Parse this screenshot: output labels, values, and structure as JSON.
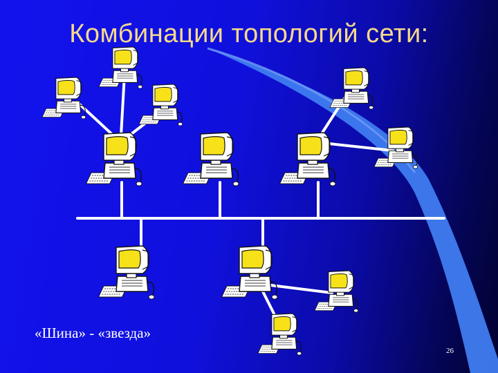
{
  "slide": {
    "title": "Комбинации топологий сети:",
    "caption": "«Шина» - «звезда»",
    "page_number": "26"
  },
  "colors": {
    "background_left": "#1212ee",
    "background_right": "#020230",
    "accent_swoosh": "#3f7cf0",
    "title_color": "#f6d98a",
    "monitor_screen": "#f7e21a",
    "computer_body": "#ffffff",
    "network_line": "#ffffff"
  },
  "diagram": {
    "topology": "bus-star",
    "node_icon": "computer-icon",
    "upper_bus_hosts": 3,
    "lower_bus_hosts": 2,
    "star_hubs": [
      {
        "position": "upper-left",
        "spokes": 3
      },
      {
        "position": "upper-right",
        "spokes": 2
      },
      {
        "position": "lower-right",
        "spokes": 2
      }
    ]
  }
}
